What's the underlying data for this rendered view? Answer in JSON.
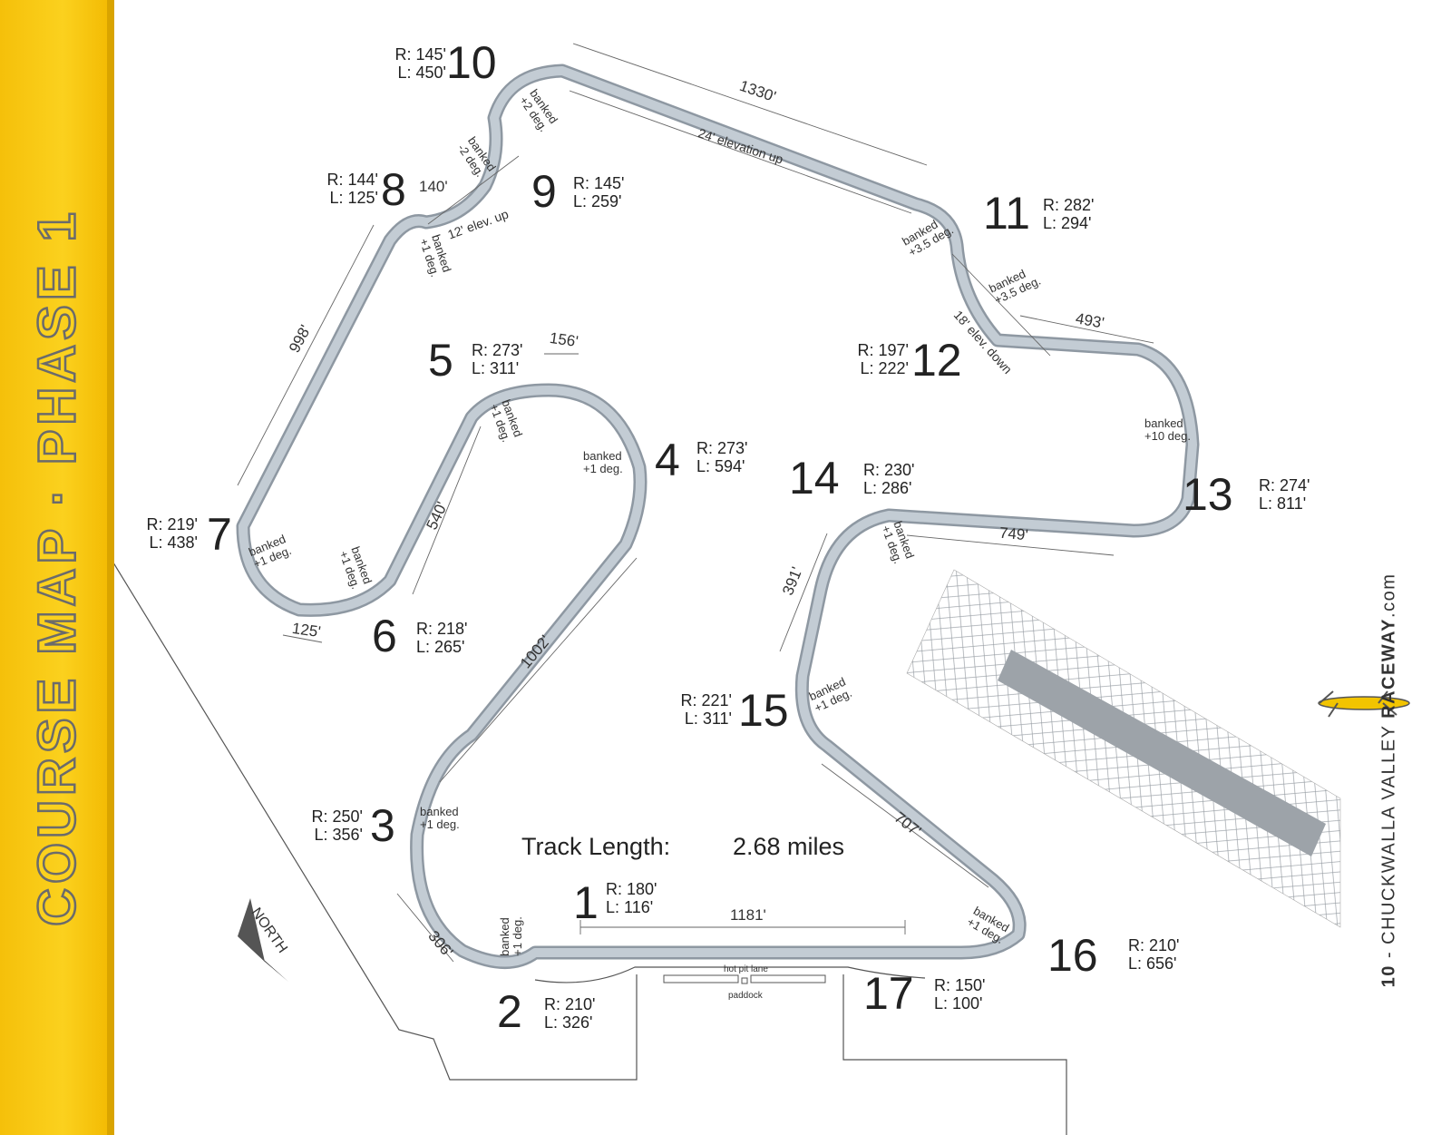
{
  "sidebar": {
    "title": "COURSE MAP · PHASE 1"
  },
  "track_length": {
    "label": "Track Length:",
    "value": "2.68 miles"
  },
  "turns": [
    {
      "num": "1",
      "r": "R: 180'",
      "l": "L: 116'"
    },
    {
      "num": "2",
      "r": "R: 210'",
      "l": "L: 326'"
    },
    {
      "num": "3",
      "r": "R: 250'",
      "l": "L: 356'"
    },
    {
      "num": "4",
      "r": "R: 273'",
      "l": "L: 594'"
    },
    {
      "num": "5",
      "r": "R: 273'",
      "l": "L: 311'"
    },
    {
      "num": "6",
      "r": "R: 218'",
      "l": "L: 265'"
    },
    {
      "num": "7",
      "r": "R: 219'",
      "l": "L: 438'"
    },
    {
      "num": "8",
      "r": "R: 144'",
      "l": "L: 125'"
    },
    {
      "num": "9",
      "r": "R: 145'",
      "l": "L: 259'"
    },
    {
      "num": "10",
      "r": "R: 145'",
      "l": "L: 450'"
    },
    {
      "num": "11",
      "r": "R: 282'",
      "l": "L: 294'"
    },
    {
      "num": "12",
      "r": "R: 197'",
      "l": "L: 222'"
    },
    {
      "num": "13",
      "r": "R: 274'",
      "l": "L: 811'"
    },
    {
      "num": "14",
      "r": "R: 230'",
      "l": "L: 286'"
    },
    {
      "num": "15",
      "r": "R: 221'",
      "l": "L: 311'"
    },
    {
      "num": "16",
      "r": "R: 210'",
      "l": "L: 656'"
    },
    {
      "num": "17",
      "r": "R: 150'",
      "l": "L: 100'"
    }
  ],
  "distances": [
    "1330'",
    "140'",
    "998'",
    "156'",
    "540'",
    "125'",
    "1002'",
    "306'",
    "1181'",
    "493'",
    "749'",
    "391'",
    "707'"
  ],
  "elevations": [
    "24' elevation up",
    "12' elev. up",
    "18' elev. down"
  ],
  "banking": [
    "banked",
    "+2 deg.",
    "-2 deg.",
    "+1 deg.",
    "+3.5 deg.",
    "+10 deg."
  ],
  "facilities": {
    "pit_lane": "hot pit lane",
    "paddock": "paddock",
    "north": "NORTH"
  },
  "footer": {
    "page": "10",
    "sep": " - ",
    "name": "CHUCKWALLA VALLEY ",
    "brand": "RACEWAY",
    "domain": ".com"
  },
  "colors": {
    "sidebar": "#fbd11e",
    "track": "#b9c2ca",
    "track_edge": "#8e98a2"
  }
}
